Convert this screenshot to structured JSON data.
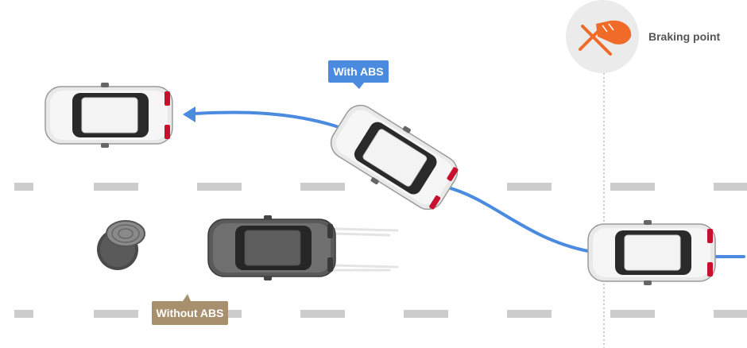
{
  "labels": {
    "with_abs": "With ABS",
    "without_abs": "Without ABS",
    "braking_point": "Braking point"
  },
  "colors": {
    "abs_path": "#4a8be0",
    "with_abs_callout": "#4a8be0",
    "without_abs_callout": "#a8906f",
    "brake_icon": "#f06a28",
    "brake_circle": "#ebebeb",
    "lane_dash": "#cccccc",
    "car_white": "#f2f2f2",
    "car_gray": "#6f6f6f",
    "car_roof": "#2a2a2a"
  },
  "icons": {
    "brake": "foot-on-brake-pedal-icon",
    "obstacle": "manhole-obstacle-icon",
    "arrow": "arrow-head-left-icon"
  }
}
